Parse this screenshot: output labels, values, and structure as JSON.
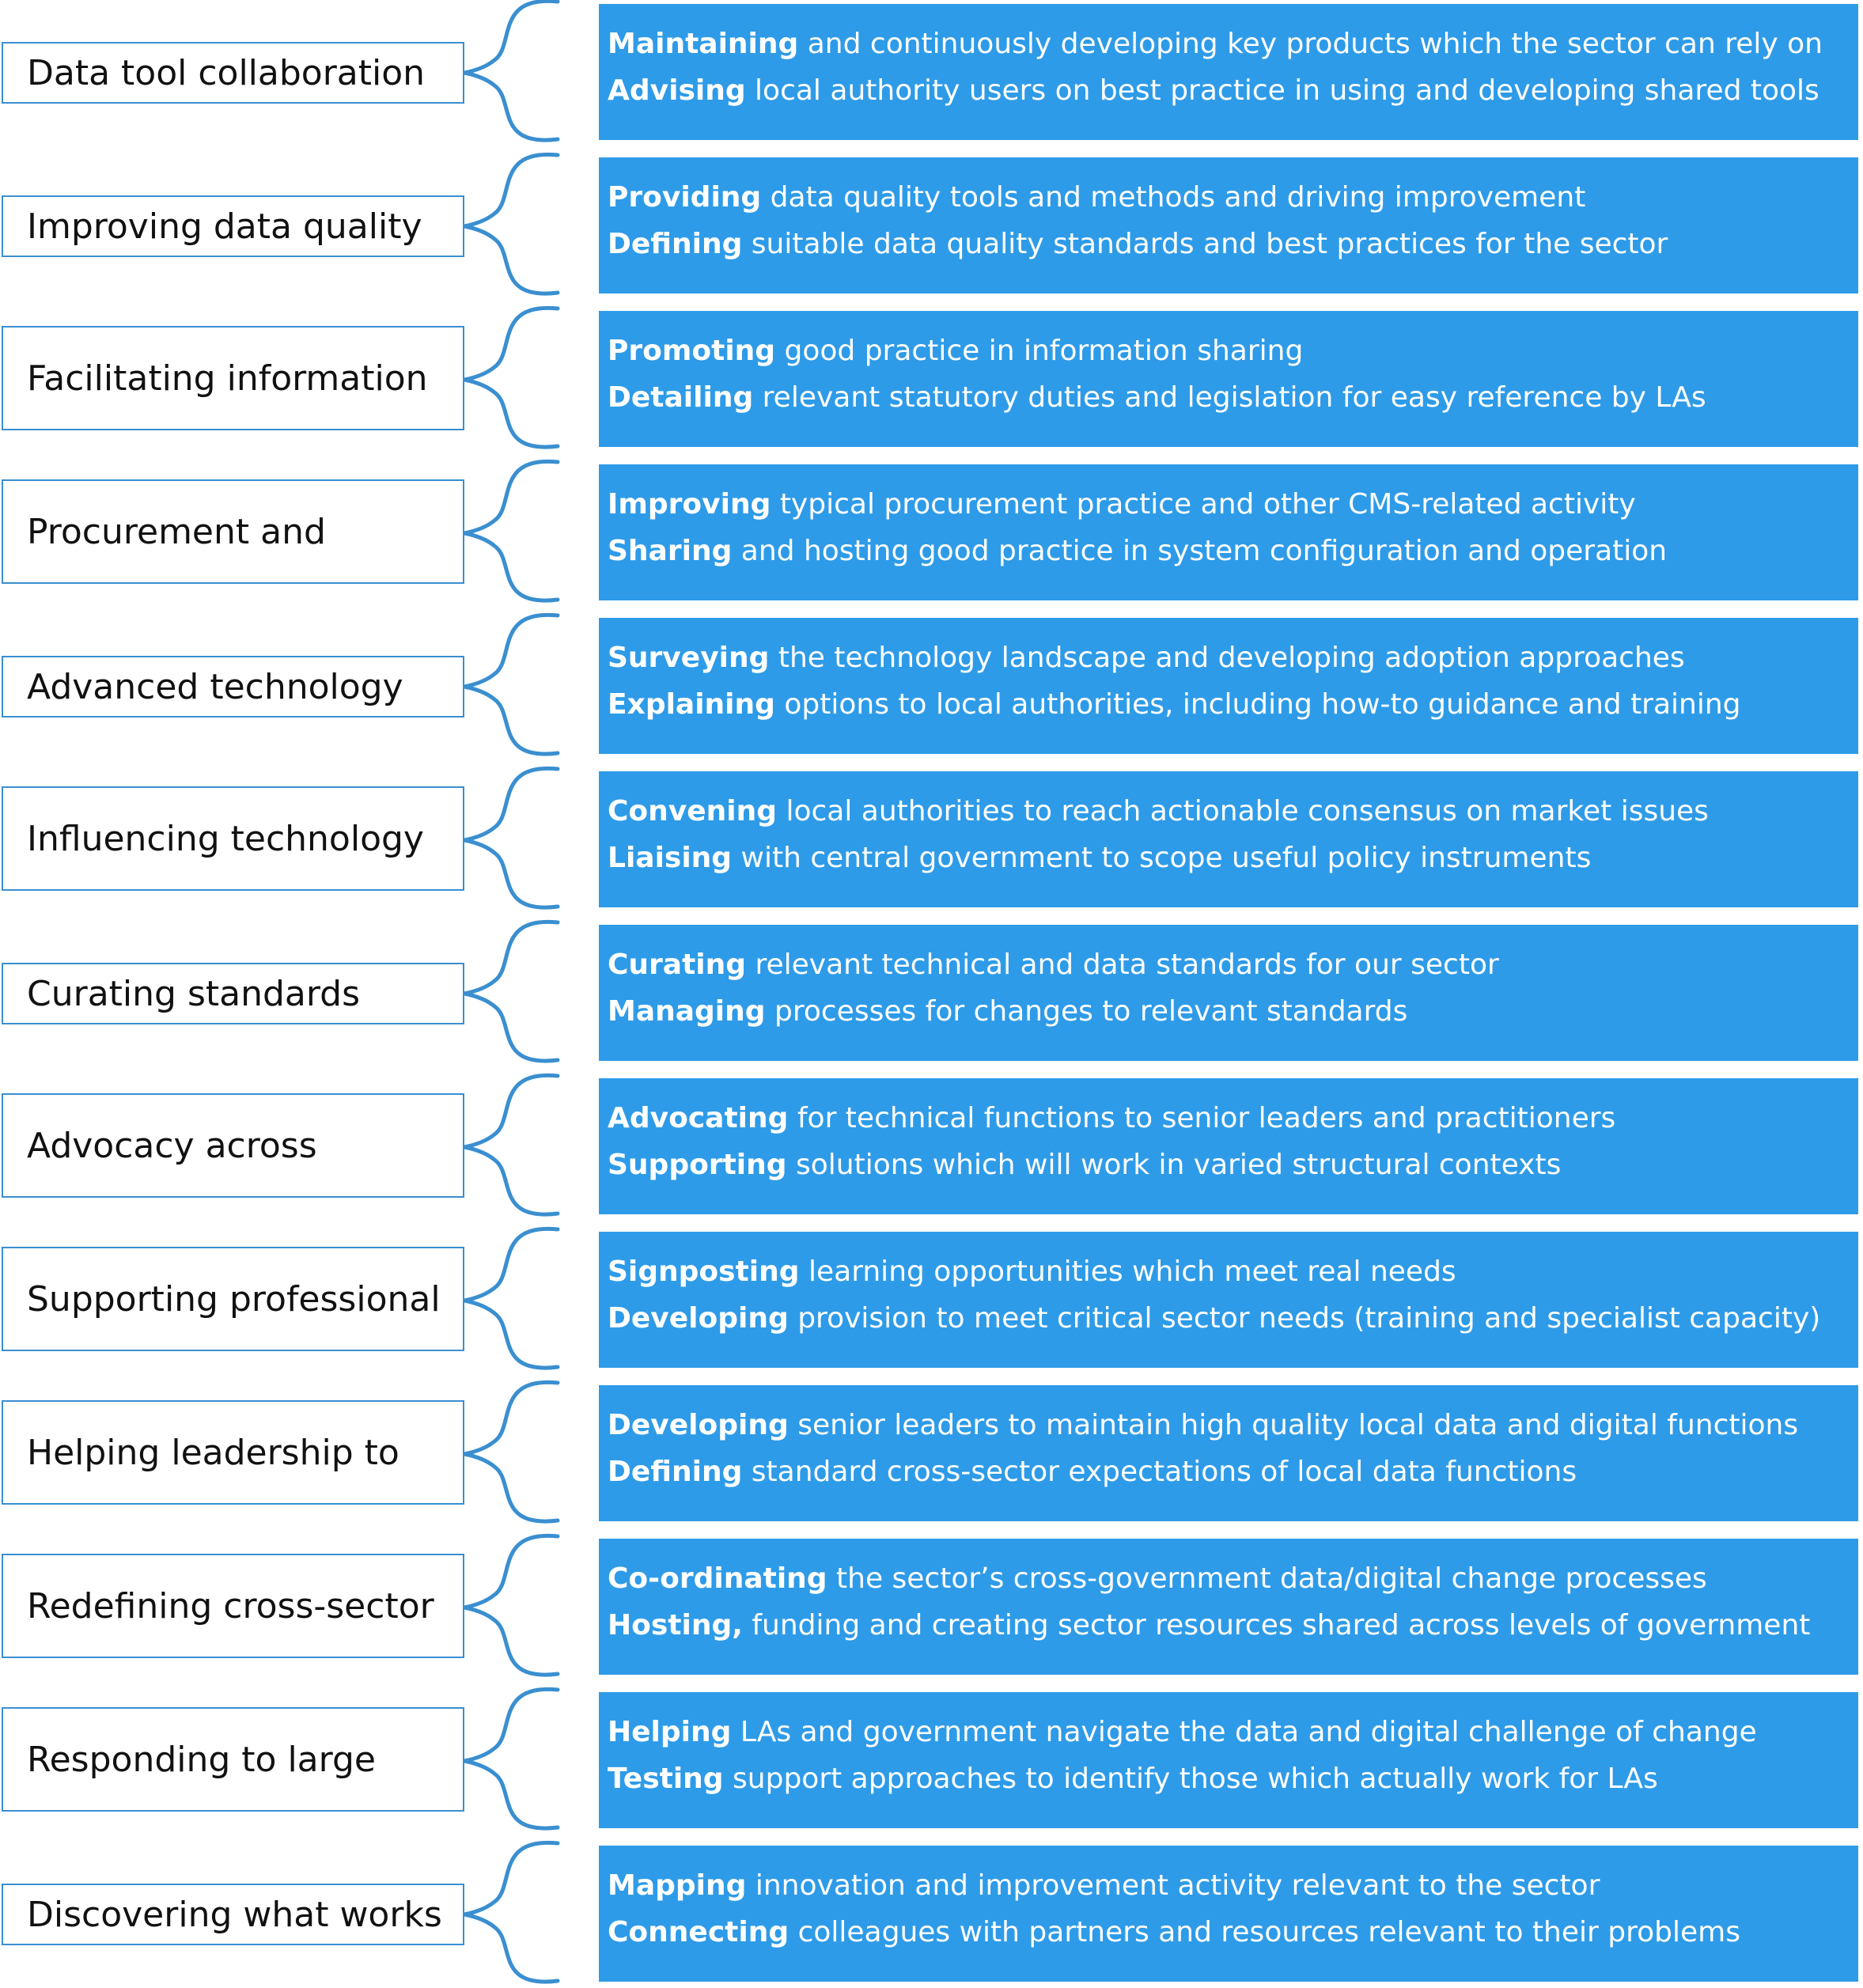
{
  "colors": {
    "accent": "#2e9be8",
    "outline": "#3a8fd0",
    "label_text": "#111111",
    "box_text": "#ffffff"
  },
  "rows": [
    {
      "label": "Data tool collaboration",
      "lines": [
        {
          "verb": "Maintaining",
          "rest": " and continuously developing key products which the sector can rely on"
        },
        {
          "verb": "Advising",
          "rest": " local authority users on best practice in using and developing shared tools"
        }
      ]
    },
    {
      "label": "Improving data quality",
      "lines": [
        {
          "verb": "Providing",
          "rest": " data quality tools and methods and driving improvement"
        },
        {
          "verb": "Defining",
          "rest": " suitable data quality standards and best practices for the sector"
        }
      ]
    },
    {
      "label": "Facilitating information",
      "lines": [
        {
          "verb": "Promoting",
          "rest": " good practice in information sharing"
        },
        {
          "verb": "Detailing",
          "rest": " relevant statutory duties and legislation for easy reference by LAs"
        }
      ]
    },
    {
      "label": "Procurement and",
      "lines": [
        {
          "verb": "Improving",
          "rest": " typical procurement practice and other CMS-related activity"
        },
        {
          "verb": "Sharing",
          "rest": " and hosting good practice in system configuration and operation"
        }
      ]
    },
    {
      "label": "Advanced technology",
      "lines": [
        {
          "verb": "Surveying",
          "rest": " the technology landscape and developing adoption approaches"
        },
        {
          "verb": "Explaining",
          "rest": " options to local authorities, including how-to guidance and training"
        }
      ]
    },
    {
      "label": "Influencing technology",
      "lines": [
        {
          "verb": "Convening",
          "rest": " local authorities to reach actionable consensus on market issues"
        },
        {
          "verb": "Liaising",
          "rest": " with central government to scope useful policy instruments"
        }
      ]
    },
    {
      "label": "Curating standards",
      "lines": [
        {
          "verb": "Curating",
          "rest": " relevant technical and data standards for our sector"
        },
        {
          "verb": "Managing",
          "rest": " processes for changes to relevant standards"
        }
      ]
    },
    {
      "label": "Advocacy across",
      "lines": [
        {
          "verb": "Advocating",
          "rest": " for technical functions to senior leaders and practitioners"
        },
        {
          "verb": "Supporting",
          "rest": " solutions which will work in varied structural contexts"
        }
      ]
    },
    {
      "label": "Supporting professional",
      "lines": [
        {
          "verb": "Signposting",
          "rest": " learning opportunities which meet real needs"
        },
        {
          "verb": "Developing",
          "rest": " provision to meet critical sector needs (training and specialist capacity)"
        }
      ]
    },
    {
      "label": "Helping leadership to",
      "lines": [
        {
          "verb": "Developing",
          "rest": " senior leaders to maintain high quality local data and digital functions"
        },
        {
          "verb": "Defining",
          "rest": " standard cross-sector expectations of local data functions"
        }
      ]
    },
    {
      "label": "Redefining cross-sector",
      "lines": [
        {
          "verb": "Co-ordinating",
          "rest": " the sector’s cross-government data/digital change processes"
        },
        {
          "verb": "Hosting,",
          "rest": " funding and creating sector resources shared across levels of government"
        }
      ]
    },
    {
      "label": "Responding to large",
      "lines": [
        {
          "verb": "Helping",
          "rest": " LAs and government navigate the data and digital challenge of change"
        },
        {
          "verb": "Testing",
          "rest": " support approaches to identify those which actually work for LAs"
        }
      ]
    },
    {
      "label": "Discovering what works",
      "lines": [
        {
          "verb": "Mapping",
          "rest": " innovation and improvement activity relevant to the sector"
        },
        {
          "verb": "Connecting",
          "rest": " colleagues with partners and resources relevant to their problems"
        }
      ]
    }
  ]
}
